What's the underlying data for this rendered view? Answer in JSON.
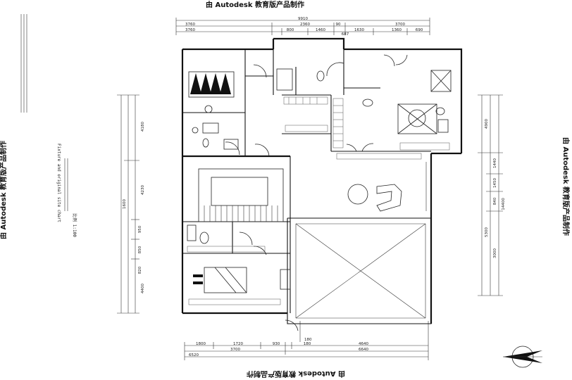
{
  "watermark": "由 Autodesk 教育版产品制作",
  "top_dims": {
    "row1": [
      "9910"
    ],
    "row2": [
      "3760",
      "2360",
      "90",
      "3700"
    ],
    "row3": [
      "3760",
      "800",
      "1460",
      "1630",
      "1360",
      "690"
    ],
    "row3_sub": [
      "687"
    ]
  },
  "bottom_dims": {
    "row0": [
      "180"
    ],
    "row1": [
      "1800",
      "1720",
      "930",
      "180",
      "4640"
    ],
    "row2": [
      "3700",
      "6640"
    ],
    "row3": [
      "6520"
    ]
  },
  "left_dims": {
    "row_a": [
      "4180",
      "4230"
    ],
    "row_b": [
      "950",
      "850",
      "820",
      "4400"
    ],
    "total": "1600"
  },
  "right_dims": {
    "row_a": [
      "4900",
      "5300"
    ],
    "row_b": [
      "1440",
      "1450",
      "840",
      "3000"
    ],
    "total": "14400"
  },
  "drawing_notes": {
    "english_title": "Fixture and original site chart",
    "scale": "比例 1:100"
  },
  "colors": {
    "ink": "#111111",
    "paper": "#ffffff"
  },
  "icons": {
    "north_arrow": "north-arrow-icon"
  }
}
